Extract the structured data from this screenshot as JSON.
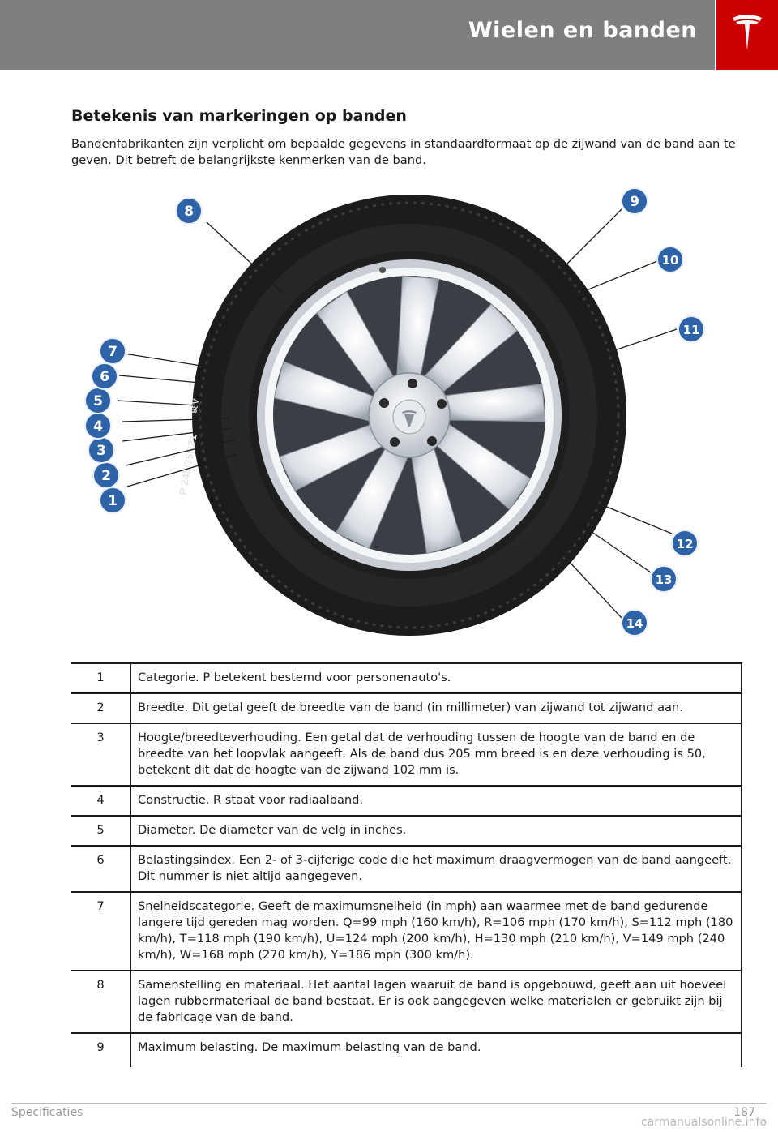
{
  "header": {
    "title": "Wielen en banden",
    "brand_color": "#cc0000",
    "bar_color": "#7f7f7f",
    "logo": "tesla-logo-icon"
  },
  "section": {
    "title": "Betekenis van markeringen op banden",
    "intro": "Bandenfabrikanten zijn verplicht om bepaalde gegevens in standaardformaat op de zijwand van de band aan te geven. Dit betreft de belangrijkste kenmerken van de band."
  },
  "figure": {
    "callouts": [
      "1",
      "2",
      "3",
      "4",
      "5",
      "6",
      "7",
      "8",
      "9",
      "10",
      "11",
      "12",
      "13",
      "14"
    ],
    "sidewall_text": "P 245/35R21",
    "load_speed": "98V",
    "callout_color": "#2f63a8"
  },
  "table": {
    "rows": [
      {
        "num": "1",
        "text": "Categorie. P betekent bestemd voor personenauto's."
      },
      {
        "num": "2",
        "text": "Breedte. Dit getal geeft de breedte van de band (in millimeter) van zijwand tot zijwand aan."
      },
      {
        "num": "3",
        "text": "Hoogte/breedteverhouding. Een getal dat de verhouding tussen de hoogte van de band en de breedte van het loopvlak aangeeft. Als de band dus 205 mm breed is en deze verhouding is 50, betekent dit dat de hoogte van de zijwand 102 mm is."
      },
      {
        "num": "4",
        "text": "Constructie. R staat voor radiaalband."
      },
      {
        "num": "5",
        "text": "Diameter. De diameter van de velg in inches."
      },
      {
        "num": "6",
        "text": "Belastingsindex. Een 2- of 3-cijferige code die het maximum draagvermogen van de band aangeeft. Dit nummer is niet altijd aangegeven."
      },
      {
        "num": "7",
        "text": "Snelheidscategorie. Geeft de maximumsnelheid (in mph) aan waarmee met de band gedurende langere tijd gereden mag worden. Q=99 mph (160 km/h), R=106 mph (170 km/h), S=112 mph (180 km/h), T=118 mph (190 km/h), U=124 mph (200 km/h), H=130 mph (210 km/h), V=149 mph (240 km/h), W=168 mph (270 km/h), Y=186 mph (300 km/h)."
      },
      {
        "num": "8",
        "text": "Samenstelling en materiaal. Het aantal lagen waaruit de band is opgebouwd, geeft aan uit hoeveel lagen rubbermateriaal de band bestaat. Er is ook aangegeven welke materialen er gebruikt zijn bij de fabricage van de band."
      },
      {
        "num": "9",
        "text": "Maximum belasting. De maximum belasting van de band."
      }
    ]
  },
  "footer": {
    "section": "Specificaties",
    "page": "187",
    "watermark": "carmanualsonline.info"
  }
}
